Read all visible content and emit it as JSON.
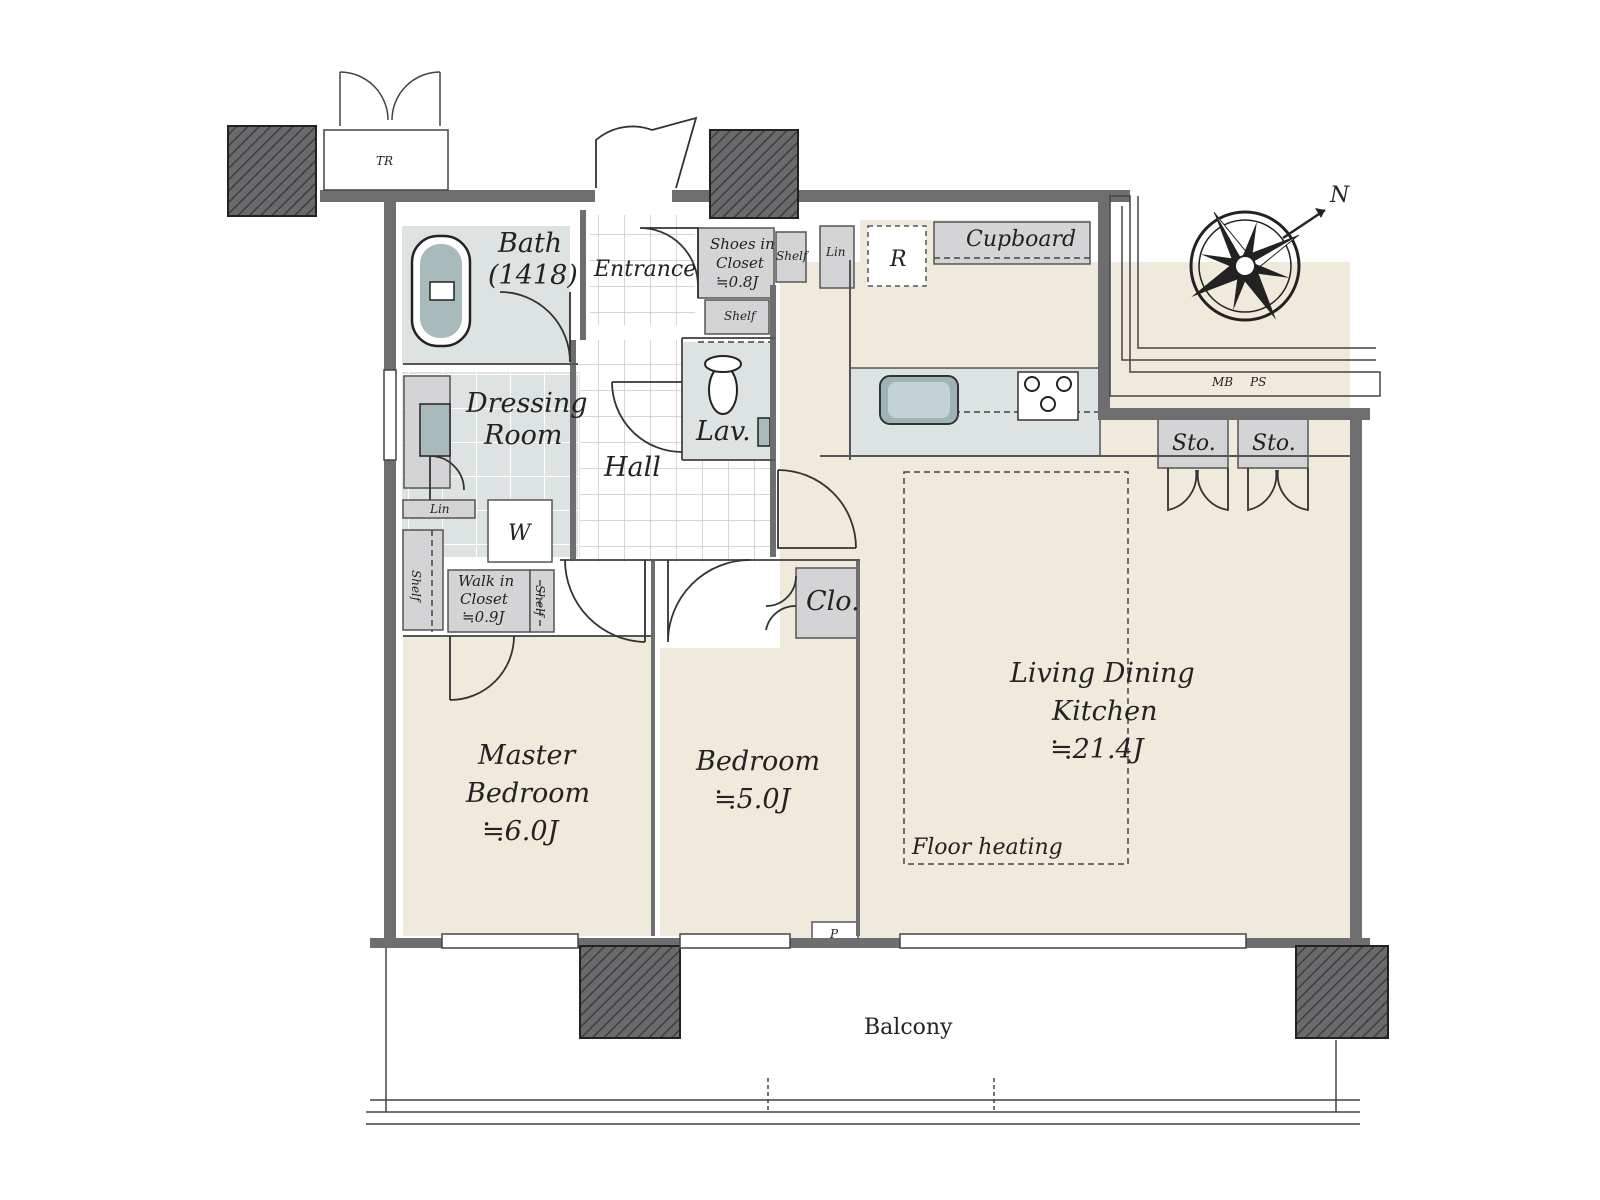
{
  "colors": {
    "floor_beige": "#efeadb",
    "wet_area": "#dde3e3",
    "storage_gray": "#d4d4d6",
    "wall_dark": "#6e6e70",
    "pillar": "#5e5e60",
    "line": "#333333"
  },
  "rooms": {
    "bath": {
      "name": "Bath",
      "size": "(1418)"
    },
    "entrance": "Entrance",
    "shoes_closet": {
      "l1": "Shoes in",
      "l2": "Closet",
      "l3": "≒0.8J"
    },
    "shelf": "Shelf",
    "lin": "Lin",
    "refrigerator": "R",
    "cupboard": "Cupboard",
    "dressing": {
      "l1": "Dressing",
      "l2": "Room"
    },
    "lav": "Lav.",
    "hall": "Hall",
    "washer": "W",
    "walkin": {
      "l1": "Walk in",
      "l2": "Closet",
      "l3": "≒0.9J"
    },
    "storage": "Sto.",
    "closet": "Clo.",
    "ldk": {
      "l1": "Living Dining",
      "l2": "Kitchen",
      "l3": "≒21.4J"
    },
    "floor_heating": "Floor heating",
    "master": {
      "l1": "Master",
      "l2": "Bedroom",
      "l3": "≒6.0J"
    },
    "bedroom": {
      "l1": "Bedroom",
      "l2": "≒5.0J"
    },
    "pipe": "P",
    "balcony": "Balcony",
    "trunk_room": "TR",
    "meter_box": "MB",
    "pipe_space": "PS"
  },
  "compass": {
    "north_label": "N",
    "icon": "compass-rose-icon"
  }
}
